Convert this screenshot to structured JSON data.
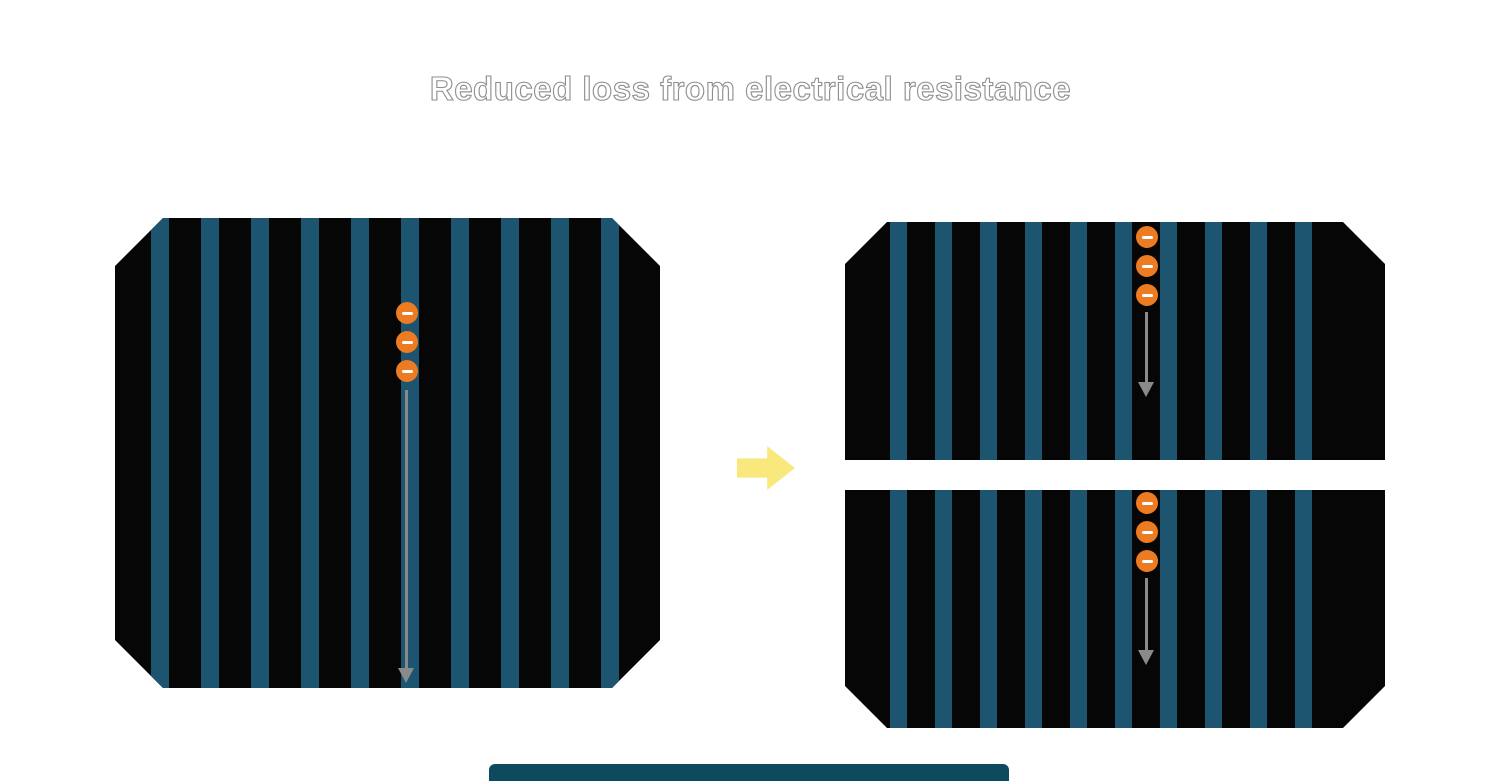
{
  "title": {
    "text": "Reduced loss from electrical resistance",
    "color": "#ffffff"
  },
  "scene": {
    "full_cell": {
      "electron_count": 3,
      "busbar_stripe_count": 10
    },
    "half_cell_top": {
      "electron_count": 3,
      "busbar_stripe_count": 10
    },
    "half_cell_bottom": {
      "electron_count": 3,
      "busbar_stripe_count": 10
    }
  },
  "icons": {
    "electron": "circle-with-minus",
    "current_arrow": "long-down-arrow",
    "transition_arrow": "right-block-arrow"
  },
  "colors": {
    "page_background": "#ffffff",
    "cell_body": "#060606",
    "busbar_stripe": "#1d5470",
    "electron_fill": "#ed7b21",
    "electron_minus": "#ffffff",
    "current_arrow": "#8a8a8a",
    "transition_arrow": "#f8e87e",
    "bottom_strip": "#0d4a5e"
  }
}
